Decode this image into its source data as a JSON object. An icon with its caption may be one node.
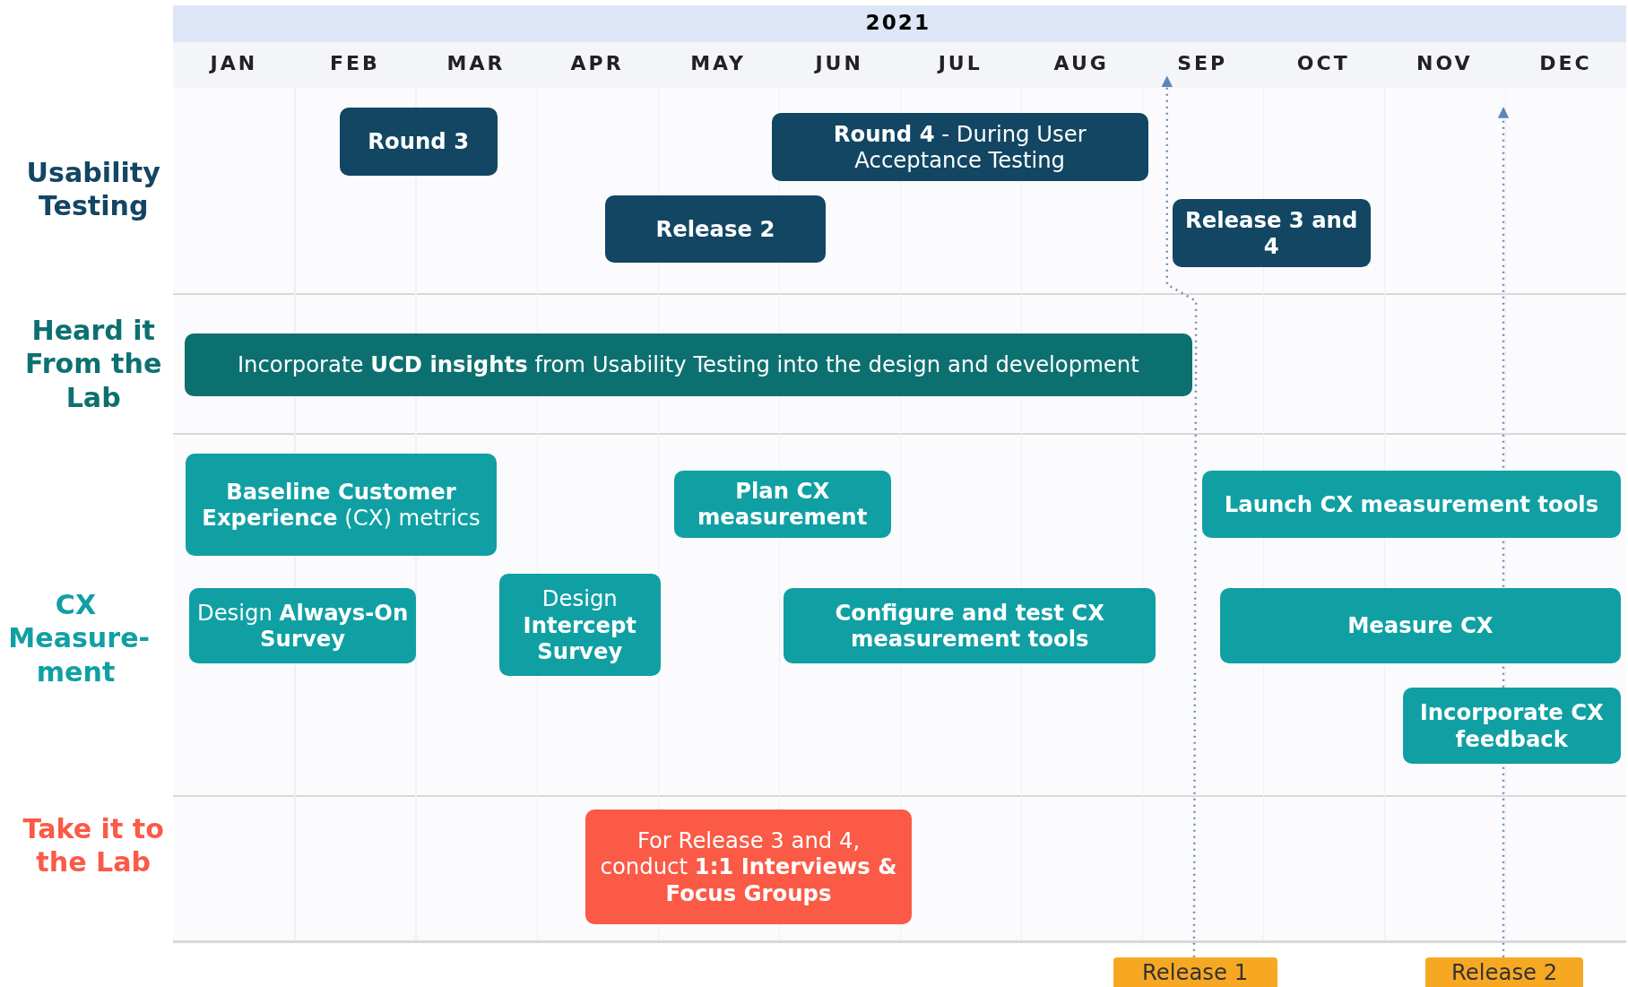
{
  "diagram": {
    "nodes": [
      {
        "text": [
          "Round 3"
        ]
      },
      {
        "text": [
          "**Round 4** - During User Acceptance Testing"
        ]
      },
      {
        "text": [
          "Release 2"
        ]
      },
      {
        "text": [
          "Release 3 and 4"
        ]
      },
      {
        "text": [
          "Incorporate **UCD insights** from Usability Testing into the design and development"
        ]
      },
      {
        "text": [
          "**Baseline Customer Experience** (CX) metrics"
        ]
      },
      {
        "text": [
          "Plan CX measurement"
        ]
      },
      {
        "text": [
          "Launch CX measurement tools"
        ]
      },
      {
        "text": [
          "Design **Always-On Survey**"
        ]
      },
      {
        "text": [
          "Design **Intercept Survey**"
        ]
      },
      {
        "text": [
          "Configure and test CX measurement tools"
        ]
      },
      {
        "text": [
          "Measure CX"
        ]
      },
      {
        "text": [
          "Incorporate CX feedback"
        ]
      },
      {
        "text": [
          "For Release 3 and 4, conduct **1:1 Interviews & Focus Groups**"
        ]
      },
      {
        "text": [
          "Release 1"
        ]
      },
      {
        "text": [
          "Release 2"
        ]
      },
      {
        "text": [
          "SEP"
        ]
      }
    ],
    "edges": [
      {
        "from": 14,
        "to": 16,
        "arrow": "to",
        "style": "dashed"
      },
      {
        "from": 15,
        "to": null,
        "arrow": "to",
        "style": "dashed"
      }
    ],
    "labels": [
      "2021",
      "JAN",
      "FEB",
      "MAR",
      "APR",
      "MAY",
      "JUN",
      "JUL",
      "AUG",
      "OCT",
      "NOV",
      "DEC",
      "Usability Testing",
      "Heard it From the Lab",
      "CX Measure-ment",
      "Take it to the Lab"
    ]
  }
}
